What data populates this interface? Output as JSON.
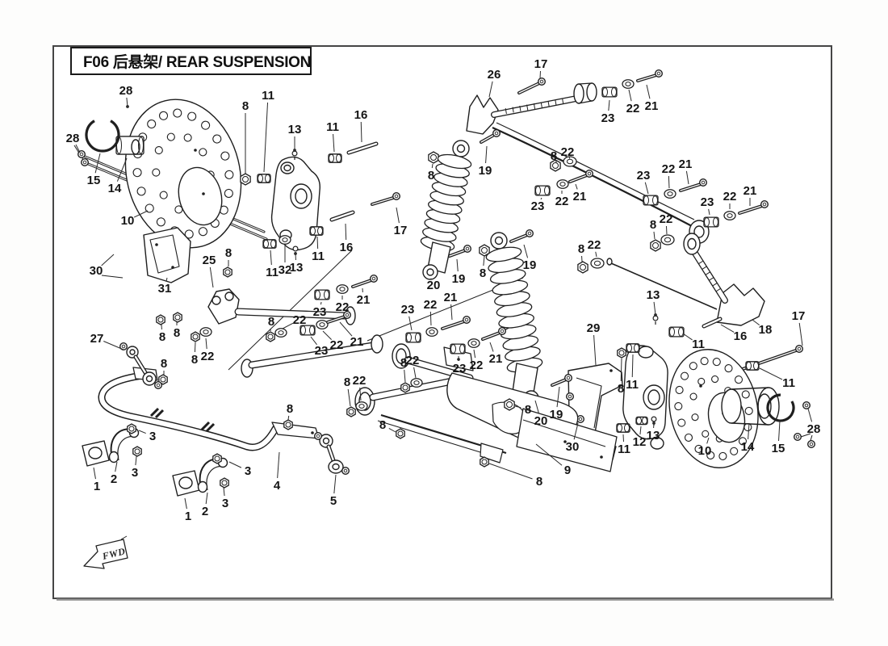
{
  "title": "F06 后悬架/ REAR SUSPENSION",
  "fwd_label": "FWD",
  "colors": {
    "line_color": "#1f1f1f",
    "border_color": "#454545",
    "border_shadow": "#8f8f8f",
    "background": "#fdfdfc",
    "label_color": "#151515"
  },
  "callout_fields": [
    "label",
    "x",
    "y",
    "leader_x",
    "leader_y",
    "dot"
  ],
  "callouts": [
    [
      "28",
      156,
      112,
      158,
      132,
      1
    ],
    [
      "8",
      304,
      131,
      304,
      215,
      0
    ],
    [
      "11",
      332,
      118,
      327,
      213,
      0
    ],
    [
      "13",
      365,
      160,
      365,
      186,
      1
    ],
    [
      "16",
      447,
      142,
      448,
      176,
      0
    ],
    [
      "11",
      412,
      157,
      414,
      188,
      0
    ],
    [
      "28",
      90,
      171,
      99,
      189,
      0
    ],
    [
      "15",
      116,
      223,
      124,
      190,
      0
    ],
    [
      "14",
      142,
      233,
      157,
      196,
      0
    ],
    [
      "10",
      158,
      273,
      183,
      261,
      0
    ],
    [
      "30",
      119,
      335,
      141,
      315,
      0
    ],
    [
      "31",
      204,
      357,
      207,
      344,
      0
    ],
    [
      "25",
      259,
      322,
      264,
      356,
      0
    ],
    [
      "8",
      283,
      313,
      283,
      330,
      0
    ],
    [
      "11",
      337,
      337,
      335,
      310,
      0
    ],
    [
      "32",
      353,
      334,
      353,
      304,
      0
    ],
    [
      "13",
      367,
      331,
      366,
      314,
      1
    ],
    [
      "11",
      394,
      317,
      393,
      293,
      0
    ],
    [
      "16",
      429,
      306,
      428,
      277,
      0
    ],
    [
      "17",
      496,
      285,
      491,
      257,
      0
    ],
    [
      "26",
      612,
      92,
      606,
      120,
      0
    ],
    [
      "17",
      670,
      79,
      669,
      97,
      0
    ],
    [
      "19",
      601,
      211,
      603,
      181,
      0
    ],
    [
      "8",
      534,
      217,
      536,
      203,
      0
    ],
    [
      "23",
      753,
      146,
      755,
      124,
      0
    ],
    [
      "22",
      784,
      134,
      779,
      111,
      0
    ],
    [
      "21",
      807,
      131,
      801,
      105,
      0
    ],
    [
      "8",
      686,
      193,
      688,
      198,
      0
    ],
    [
      "22",
      703,
      188,
      705,
      194,
      0
    ],
    [
      "23",
      666,
      255,
      671,
      245,
      0
    ],
    [
      "22",
      696,
      249,
      696,
      236,
      0
    ],
    [
      "21",
      718,
      243,
      713,
      228,
      0
    ],
    [
      "23",
      797,
      217,
      803,
      240,
      0
    ],
    [
      "22",
      828,
      209,
      829,
      233,
      0
    ],
    [
      "21",
      849,
      203,
      853,
      228,
      0
    ],
    [
      "23",
      876,
      250,
      879,
      266,
      0
    ],
    [
      "22",
      904,
      243,
      904,
      259,
      0
    ],
    [
      "21",
      929,
      236,
      929,
      255,
      0
    ],
    [
      "8",
      809,
      278,
      811,
      296,
      0
    ],
    [
      "22",
      825,
      271,
      826,
      290,
      0
    ],
    [
      "8",
      720,
      308,
      721,
      324,
      0
    ],
    [
      "22",
      736,
      303,
      739,
      318,
      0
    ],
    [
      "13",
      809,
      365,
      812,
      390,
      1
    ],
    [
      "20",
      537,
      353,
      534,
      345,
      0
    ],
    [
      "19",
      568,
      345,
      566,
      321,
      0
    ],
    [
      "8",
      598,
      338,
      600,
      317,
      0
    ],
    [
      "19",
      656,
      328,
      649,
      303,
      0
    ],
    [
      "23",
      505,
      383,
      510,
      409,
      0
    ],
    [
      "22",
      533,
      377,
      534,
      403,
      0
    ],
    [
      "21",
      558,
      368,
      560,
      396,
      0
    ],
    [
      "23",
      396,
      386,
      398,
      374,
      0
    ],
    [
      "22",
      424,
      380,
      424,
      366,
      0
    ],
    [
      "21",
      450,
      371,
      449,
      357,
      0
    ],
    [
      "23",
      398,
      434,
      385,
      417,
      0
    ],
    [
      "22",
      417,
      427,
      400,
      410,
      0
    ],
    [
      "21",
      442,
      423,
      421,
      399,
      0
    ],
    [
      "8",
      336,
      398,
      335,
      410,
      0
    ],
    [
      "22",
      371,
      396,
      350,
      407,
      0
    ],
    [
      "8",
      241,
      445,
      242,
      424,
      0
    ],
    [
      "22",
      257,
      441,
      255,
      419,
      0
    ],
    [
      "8",
      430,
      473,
      434,
      503,
      0
    ],
    [
      "22",
      445,
      471,
      447,
      496,
      0
    ],
    [
      "8",
      500,
      449,
      502,
      473,
      0
    ],
    [
      "22",
      511,
      446,
      515,
      468,
      0
    ],
    [
      "23",
      569,
      456,
      568,
      441,
      0
    ],
    [
      "22",
      590,
      452,
      587,
      433,
      0
    ],
    [
      "21",
      614,
      444,
      607,
      424,
      0
    ],
    [
      "8",
      474,
      526,
      490,
      535,
      0
    ],
    [
      "27",
      120,
      419,
      153,
      433,
      0
    ],
    [
      "8",
      201,
      417,
      200,
      402,
      0
    ],
    [
      "8",
      219,
      412,
      219,
      399,
      0
    ],
    [
      "8",
      203,
      450,
      203,
      464,
      0
    ],
    [
      "8",
      359,
      506,
      357,
      520,
      0
    ],
    [
      "3",
      189,
      540,
      172,
      533,
      0
    ],
    [
      "1",
      120,
      602,
      116,
      579,
      0
    ],
    [
      "2",
      141,
      593,
      145,
      572,
      0
    ],
    [
      "3",
      167,
      585,
      169,
      565,
      0
    ],
    [
      "1",
      233,
      639,
      229,
      617,
      0
    ],
    [
      "2",
      254,
      633,
      257,
      610,
      0
    ],
    [
      "3",
      279,
      623,
      277,
      604,
      0
    ],
    [
      "3",
      307,
      583,
      284,
      572,
      0
    ],
    [
      "4",
      343,
      601,
      346,
      560,
      0
    ],
    [
      "5",
      413,
      620,
      416,
      588,
      0
    ],
    [
      "8",
      654,
      507,
      638,
      503,
      0
    ],
    [
      "20",
      670,
      521,
      663,
      496,
      0
    ],
    [
      "19",
      689,
      513,
      693,
      479,
      0
    ],
    [
      "30",
      709,
      553,
      716,
      524,
      0
    ],
    [
      "9",
      703,
      582,
      664,
      550,
      0
    ],
    [
      "8",
      668,
      596,
      606,
      574,
      0
    ],
    [
      "29",
      735,
      406,
      738,
      452,
      0
    ],
    [
      "8",
      769,
      481,
      770,
      444,
      0
    ],
    [
      "11",
      783,
      476,
      784,
      439,
      0
    ],
    [
      "11",
      773,
      556,
      772,
      538,
      0
    ],
    [
      "12",
      792,
      547,
      794,
      528,
      0
    ],
    [
      "13",
      809,
      539,
      810,
      524,
      1
    ],
    [
      "10",
      873,
      558,
      878,
      542,
      0
    ],
    [
      "14",
      926,
      553,
      928,
      524,
      0
    ],
    [
      "15",
      964,
      555,
      966,
      521,
      0
    ],
    [
      "28",
      1008,
      531,
      1001,
      506,
      0
    ],
    [
      "11",
      977,
      474,
      941,
      456,
      0
    ],
    [
      "18",
      948,
      408,
      932,
      396,
      0
    ],
    [
      "17",
      989,
      391,
      994,
      428,
      0
    ],
    [
      "16",
      917,
      416,
      893,
      402,
      0
    ],
    [
      "11",
      865,
      426,
      846,
      413,
      0
    ]
  ]
}
